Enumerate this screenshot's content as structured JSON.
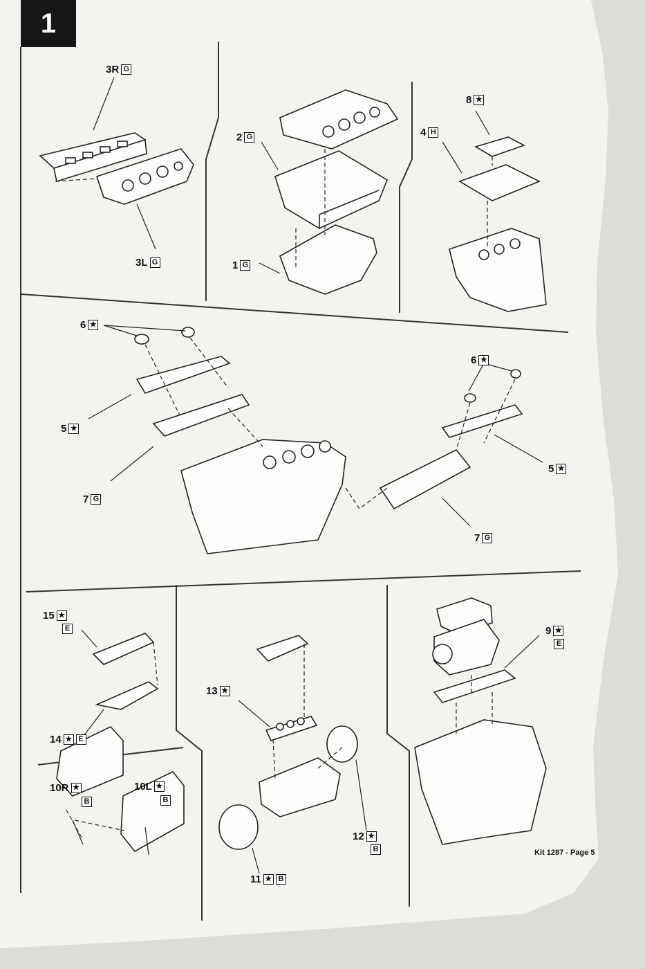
{
  "step_number": "1",
  "labels": {
    "p3R": {
      "num": "3R",
      "code": "G"
    },
    "p3L": {
      "num": "3L",
      "code": "G"
    },
    "p2": {
      "num": "2",
      "code": "G"
    },
    "p1": {
      "num": "1",
      "code": "G"
    },
    "p8": {
      "num": "8",
      "code": "★"
    },
    "p4": {
      "num": "4",
      "code": "H"
    },
    "p6a": {
      "num": "6",
      "code": "★"
    },
    "p5a": {
      "num": "5",
      "code": "★"
    },
    "p7a": {
      "num": "7",
      "code": "G"
    },
    "p6b": {
      "num": "6",
      "code": "★"
    },
    "p5b": {
      "num": "5",
      "code": "★"
    },
    "p7b": {
      "num": "7",
      "code": "G"
    },
    "p15": {
      "num": "15",
      "code": "★",
      "code2": "E"
    },
    "p14": {
      "num": "14",
      "code": "★",
      "code2": "E"
    },
    "p13": {
      "num": "13",
      "code": "★"
    },
    "p9": {
      "num": "9",
      "code": "★",
      "code2": "E"
    },
    "p10R": {
      "num": "10R",
      "code": "★",
      "code2": "B"
    },
    "p10L": {
      "num": "10L",
      "code": "★",
      "code2": "B"
    },
    "p12": {
      "num": "12",
      "code": "★",
      "code2": "B"
    },
    "p11": {
      "num": "11",
      "code": "★",
      "code2": "B"
    }
  },
  "footer": "Kit 1287 - Page 5"
}
